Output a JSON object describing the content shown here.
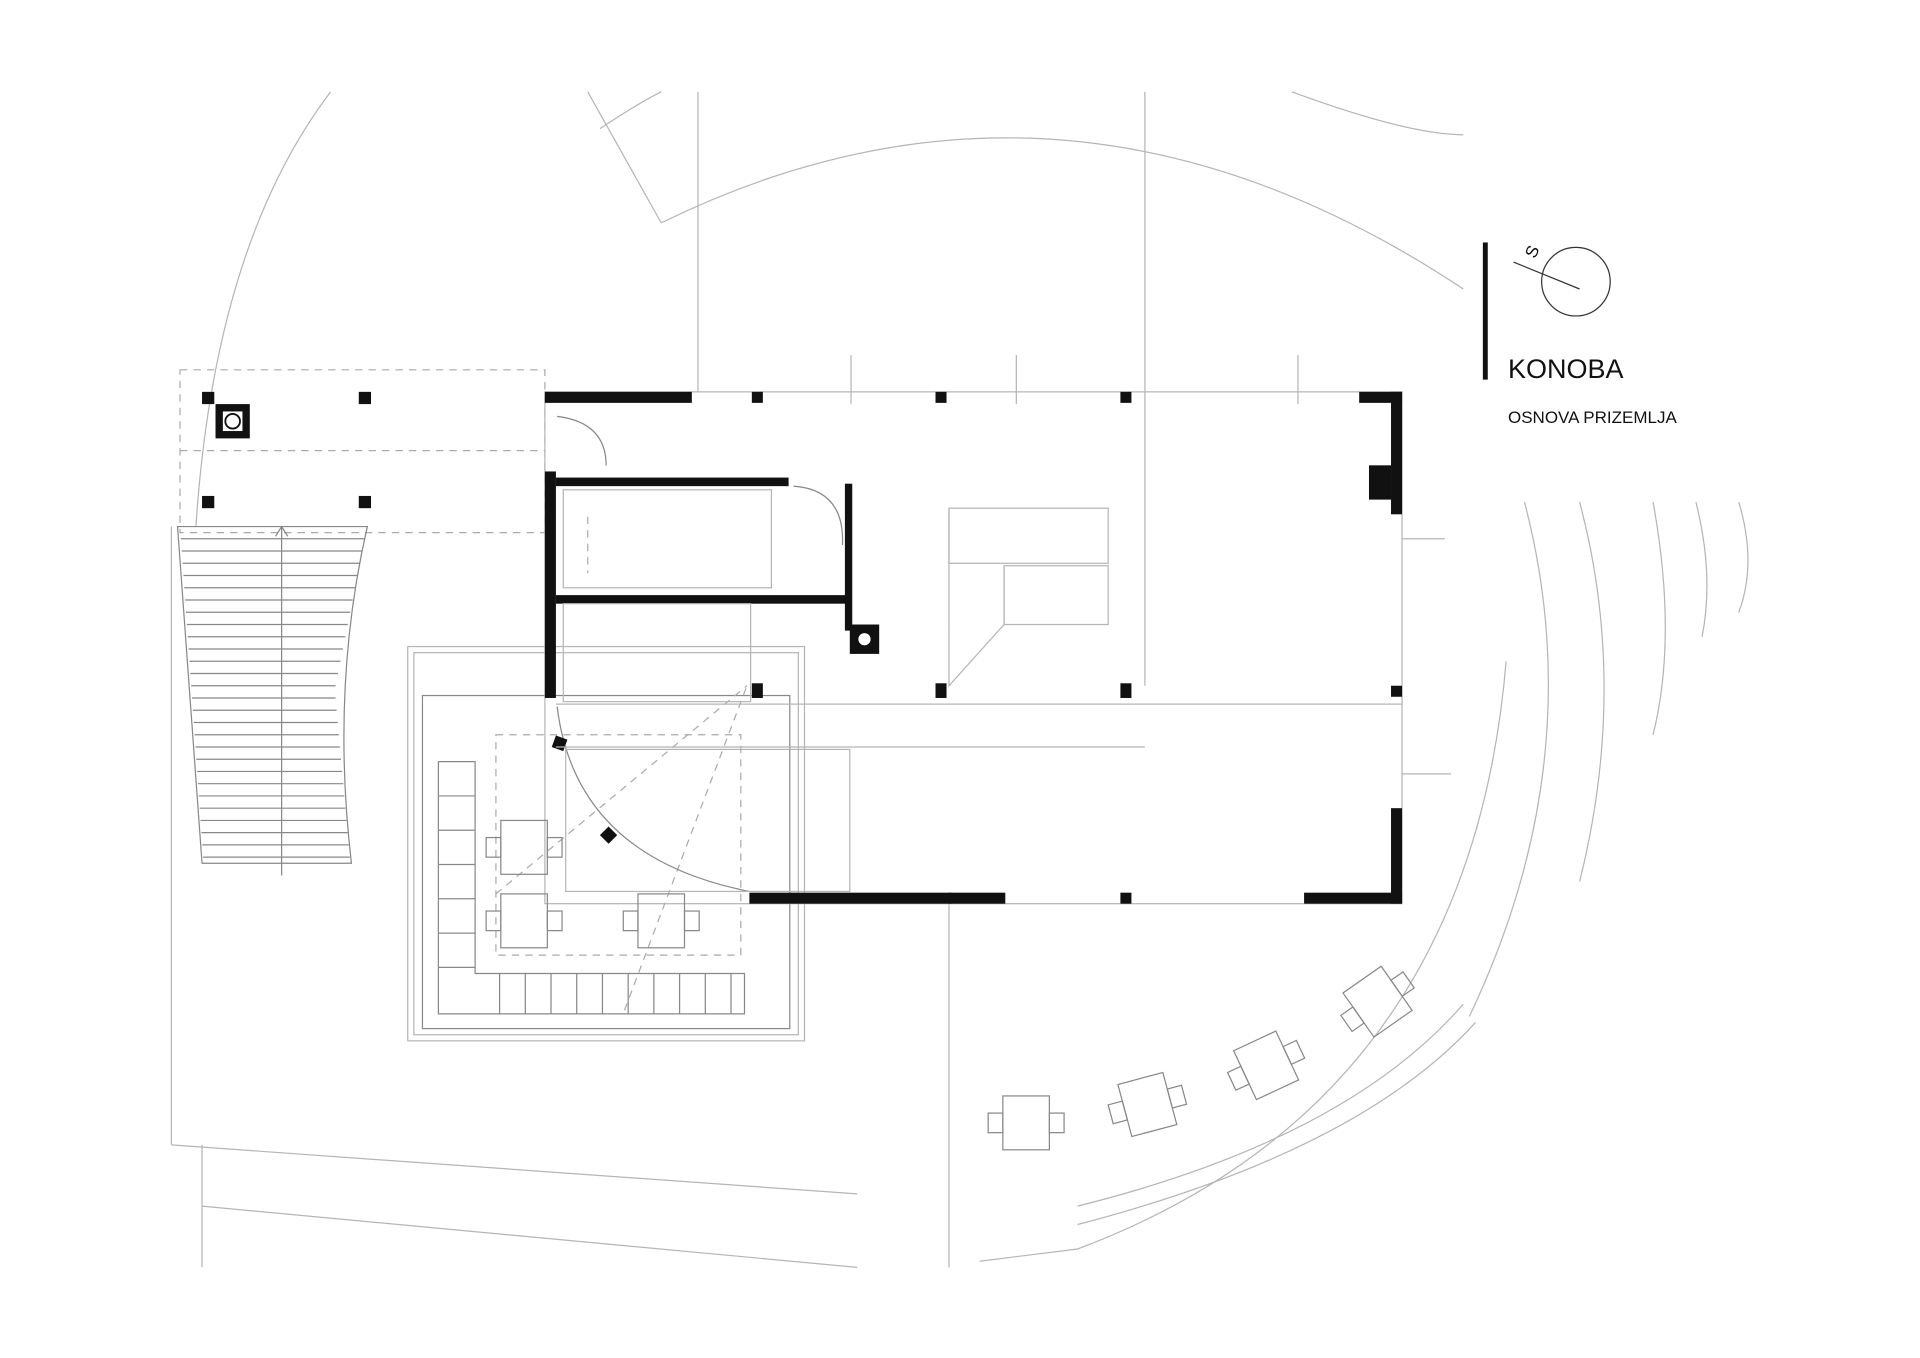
{
  "drawing": {
    "title": "KONOBA",
    "subtitle": "OSNOVA PRIZEMLJA",
    "north_label": "S",
    "colors": {
      "wall": "#111111",
      "line": "#b5b5b5"
    }
  }
}
